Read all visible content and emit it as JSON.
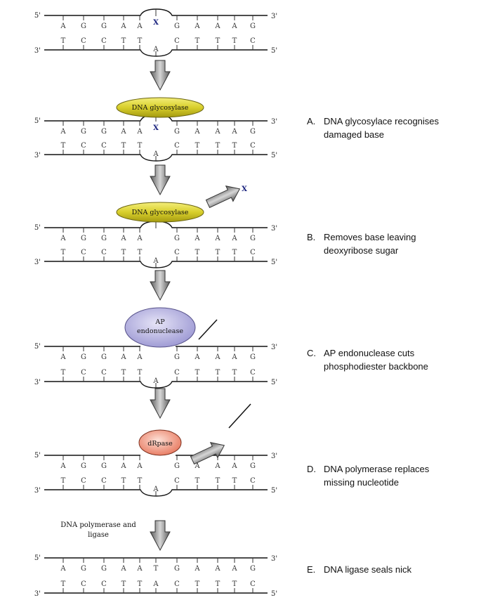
{
  "strand_end_labels": {
    "five": "5'",
    "three": "3'"
  },
  "lesion_symbol": "X",
  "stages": [
    {
      "top_bases": [
        "A",
        "G",
        "G",
        "A",
        "A",
        "",
        "G",
        "A",
        "A",
        "A",
        "G"
      ],
      "bottom_bases": [
        "T",
        "C",
        "C",
        "T",
        "T",
        "A",
        "C",
        "T",
        "T",
        "T",
        "C"
      ],
      "lesion": true
    },
    {
      "top_bases": [
        "A",
        "G",
        "G",
        "A",
        "A",
        "",
        "G",
        "A",
        "A",
        "A",
        "G"
      ],
      "bottom_bases": [
        "T",
        "C",
        "C",
        "T",
        "T",
        "A",
        "C",
        "T",
        "T",
        "T",
        "C"
      ],
      "lesion": true
    },
    {
      "top_bases": [
        "A",
        "G",
        "G",
        "A",
        "A",
        "",
        "G",
        "A",
        "A",
        "A",
        "G"
      ],
      "bottom_bases": [
        "T",
        "C",
        "C",
        "T",
        "T",
        "A",
        "C",
        "T",
        "T",
        "T",
        "C"
      ],
      "lesion": false
    },
    {
      "top_bases": [
        "A",
        "G",
        "G",
        "A",
        "A",
        "",
        "G",
        "A",
        "A",
        "A",
        "G"
      ],
      "bottom_bases": [
        "T",
        "C",
        "C",
        "T",
        "T",
        "A",
        "C",
        "T",
        "T",
        "T",
        "C"
      ],
      "lesion": false
    },
    {
      "top_bases": [
        "A",
        "G",
        "G",
        "A",
        "A",
        "",
        "G",
        "A",
        "A",
        "A",
        "G"
      ],
      "bottom_bases": [
        "T",
        "C",
        "C",
        "T",
        "T",
        "A",
        "C",
        "T",
        "T",
        "T",
        "C"
      ],
      "lesion": false
    },
    {
      "top_bases": [
        "A",
        "G",
        "G",
        "A",
        "A",
        "T",
        "G",
        "A",
        "A",
        "A",
        "G"
      ],
      "bottom_bases": [
        "T",
        "C",
        "C",
        "T",
        "T",
        "A",
        "C",
        "T",
        "T",
        "T",
        "C"
      ],
      "lesion": false
    }
  ],
  "enzymes": {
    "glycosylase_1": "DNA glycosylase",
    "glycosylase_2": "DNA glycosylase",
    "ap_endonuclease_line1": "AP",
    "ap_endonuclease_line2": "endonuclease",
    "drpase": "dRpase",
    "polymerase_line1": "DNA polymerase and",
    "polymerase_line2": "ligase"
  },
  "colors": {
    "glycosylase": "#d4cc2a",
    "ap_endonuclease": "#b7b4e0",
    "drpase": "#ef8f78",
    "arrow": "#8a8a8a"
  },
  "steps": [
    {
      "letter": "A.",
      "text": " DNA glycosylace recognises\ndamaged base"
    },
    {
      "letter": "B.",
      "text": "Removes base leaving\ndeoxyribose sugar"
    },
    {
      "letter": "C.",
      "text": "AP endonuclease cuts\nphosphodiester backbone"
    },
    {
      "letter": "D.",
      "text": "DNA polymerase replaces\nmissing nucleotide"
    },
    {
      "letter": "E.",
      "text": "DNA ligase seals nick"
    }
  ]
}
